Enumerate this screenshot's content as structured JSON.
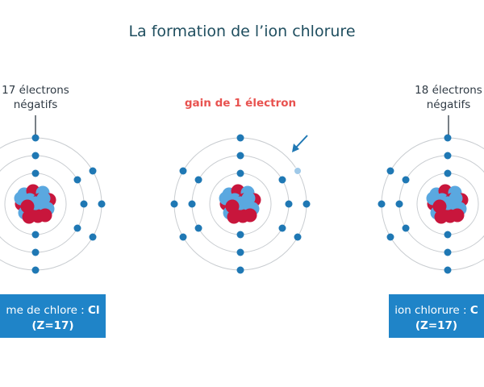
{
  "title": "La formation de l’ion chlorure",
  "left": {
    "electron_label_line1": "17 électrons",
    "electron_label_line2": "négatifs",
    "box_text": "me de chlore : ",
    "box_symbol": "Cl",
    "box_line2": "(Z=17)"
  },
  "middle": {
    "gain_label": "gain de 1 électron"
  },
  "right": {
    "electron_label_line1": "18 électrons",
    "electron_label_line2": "négatifs",
    "box_text": "ion chlorure : ",
    "box_symbol": "C",
    "box_line2": "(Z=17)"
  },
  "colors": {
    "electron": "#1f78b4",
    "added_electron": "#9fc9e8",
    "orbit": "#c8ccd0",
    "proton": "#c8163c",
    "neutron": "#5aa8e0",
    "box": "#1f84c8",
    "gain_text": "#e8524f",
    "arrow": "#1f78b4"
  }
}
